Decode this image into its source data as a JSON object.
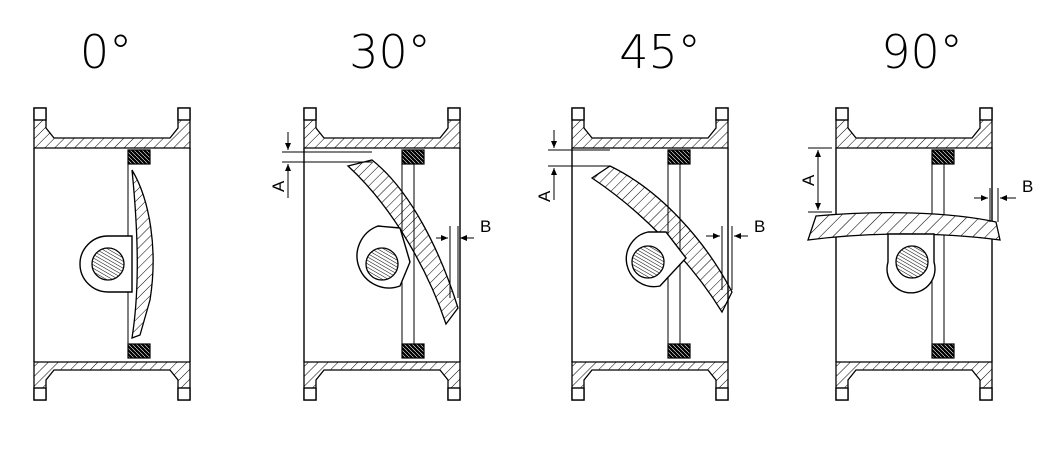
{
  "diagram": {
    "panels": [
      {
        "title": "0°"
      },
      {
        "title": "30°",
        "label_a": "A",
        "label_b": "B"
      },
      {
        "title": "45°",
        "label_a": "A",
        "label_b": "B"
      },
      {
        "title": "90°",
        "label_a": "A",
        "label_b": "B"
      }
    ]
  }
}
